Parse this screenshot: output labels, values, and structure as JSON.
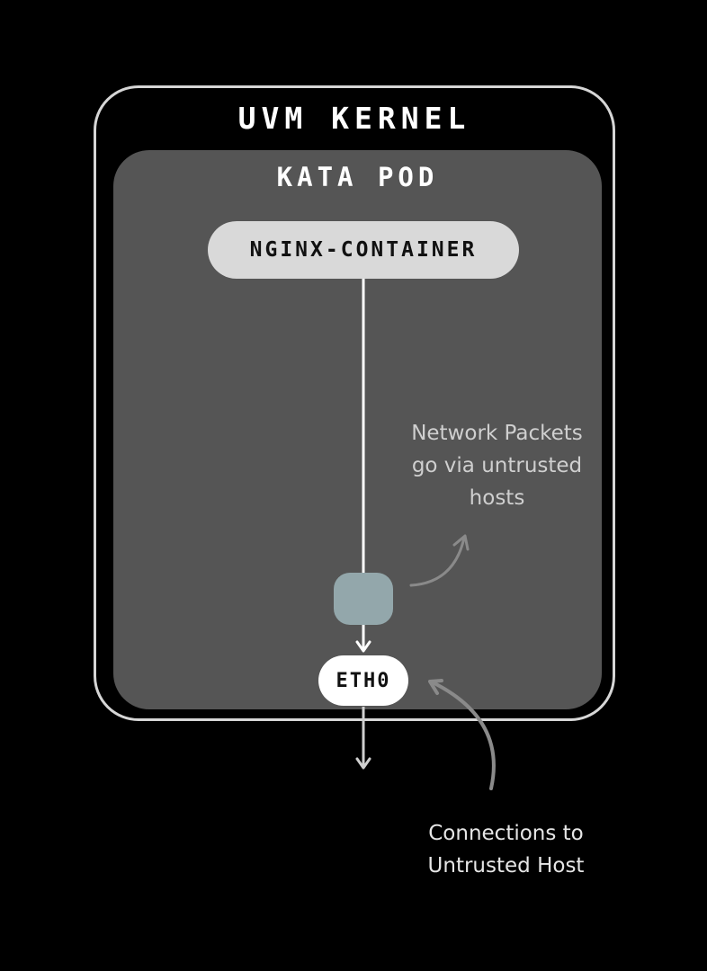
{
  "diagram": {
    "uvm_kernel_label": "UVM KERNEL",
    "kata_pod_label": "KATA POD",
    "container_label": "NGINX-CONTAINER",
    "interface_label": "ETH0",
    "packets_note": [
      "Network Packets",
      "go via untrusted",
      "hosts"
    ],
    "connections_note": [
      "Connections to",
      "Untrusted Host"
    ]
  },
  "colors": {
    "background": "#000000",
    "kernel_border": "#d6d6d6",
    "pod_fill": "#555555",
    "container_fill": "#d9d9d9",
    "interceptor_fill": "#93a7ab",
    "interface_fill": "#ffffff"
  }
}
